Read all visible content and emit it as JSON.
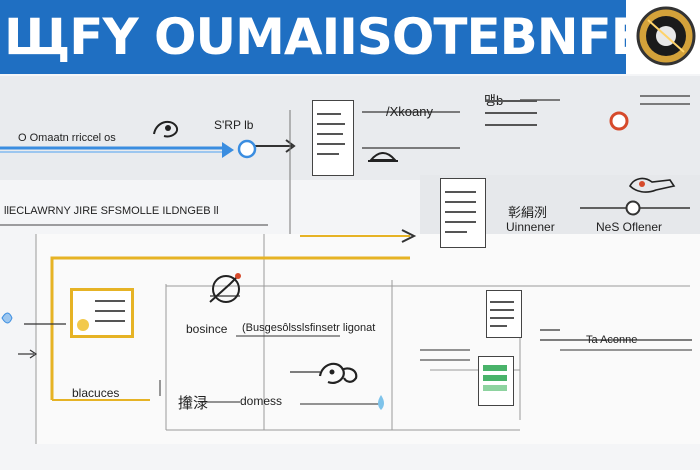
{
  "banner": {
    "title": "ЩFY OUMAIISOTEBNFER",
    "color": "#1f6fc2"
  },
  "labels": {
    "top_left": "O Omaatn rriccel os",
    "top_icon_label": "S'RP lb",
    "top_kooany": "/Xkoany",
    "top_right_glyph": "맹b",
    "left_heading": "llECLAWRNY JIRE SFSMOLLE ILDNGEB ll",
    "right_label_1": "彰絹洌",
    "right_label_2": "Uinnener",
    "right_label_3": "NeS Oflener",
    "node_bosince": "bosince",
    "node_busges": "(Busgesôlsslsfinsetr ligonat",
    "node_ta_aconne": "Ta Aconne",
    "bottom_blacuces": "blacuces",
    "bottom_glyph": "撪渌",
    "bottom_domess": "domess"
  },
  "colors": {
    "accent_blue": "#3a8de0",
    "accent_yellow": "#e6b325",
    "accent_red": "#d64a2b",
    "grid": "#9a9a9a"
  },
  "icons": [
    "logo-badge-icon",
    "dragon-icon",
    "document-icon",
    "chevron-icon",
    "hand-pointer-icon",
    "spreadsheet-icon",
    "bowl-icon"
  ]
}
